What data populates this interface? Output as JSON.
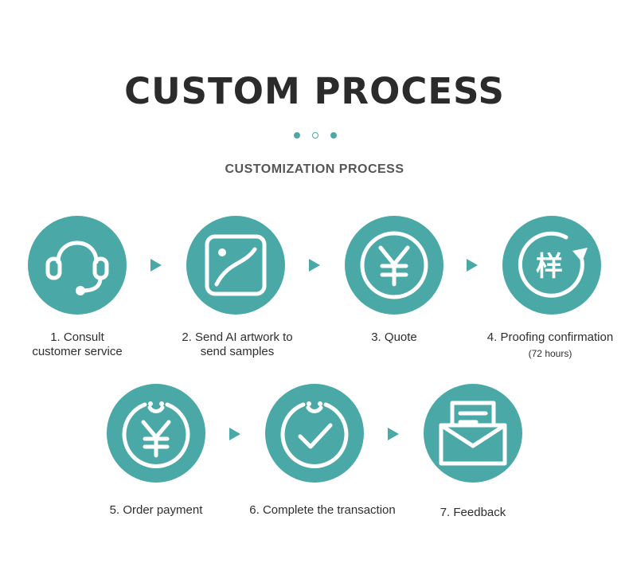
{
  "header": {
    "title": "CUSTOM PROCESS",
    "subtitle": "CUSTOMIZATION PROCESS"
  },
  "colors": {
    "accent": "#4aa9a6",
    "text": "#2e2e2e",
    "background": "#ffffff"
  },
  "steps": [
    {
      "icon": "headset-icon",
      "label_lines": [
        "1. Consult",
        "customer service"
      ]
    },
    {
      "icon": "artwork-icon",
      "label_lines": [
        "2. Send AI artwork to",
        "send samples"
      ]
    },
    {
      "icon": "yen-icon",
      "label_lines": [
        "3. Quote"
      ]
    },
    {
      "icon": "sample-refresh-icon",
      "glyph": "样",
      "label_lines": [
        "4. Proofing confirmation"
      ],
      "note": "(72 hours)"
    },
    {
      "icon": "yen-payment-icon",
      "label_lines": [
        "5. Order payment"
      ]
    },
    {
      "icon": "checkmark-icon",
      "label_lines": [
        "6. Complete the transaction"
      ]
    },
    {
      "icon": "envelope-icon",
      "label_lines": [
        "7. Feedback"
      ]
    }
  ]
}
